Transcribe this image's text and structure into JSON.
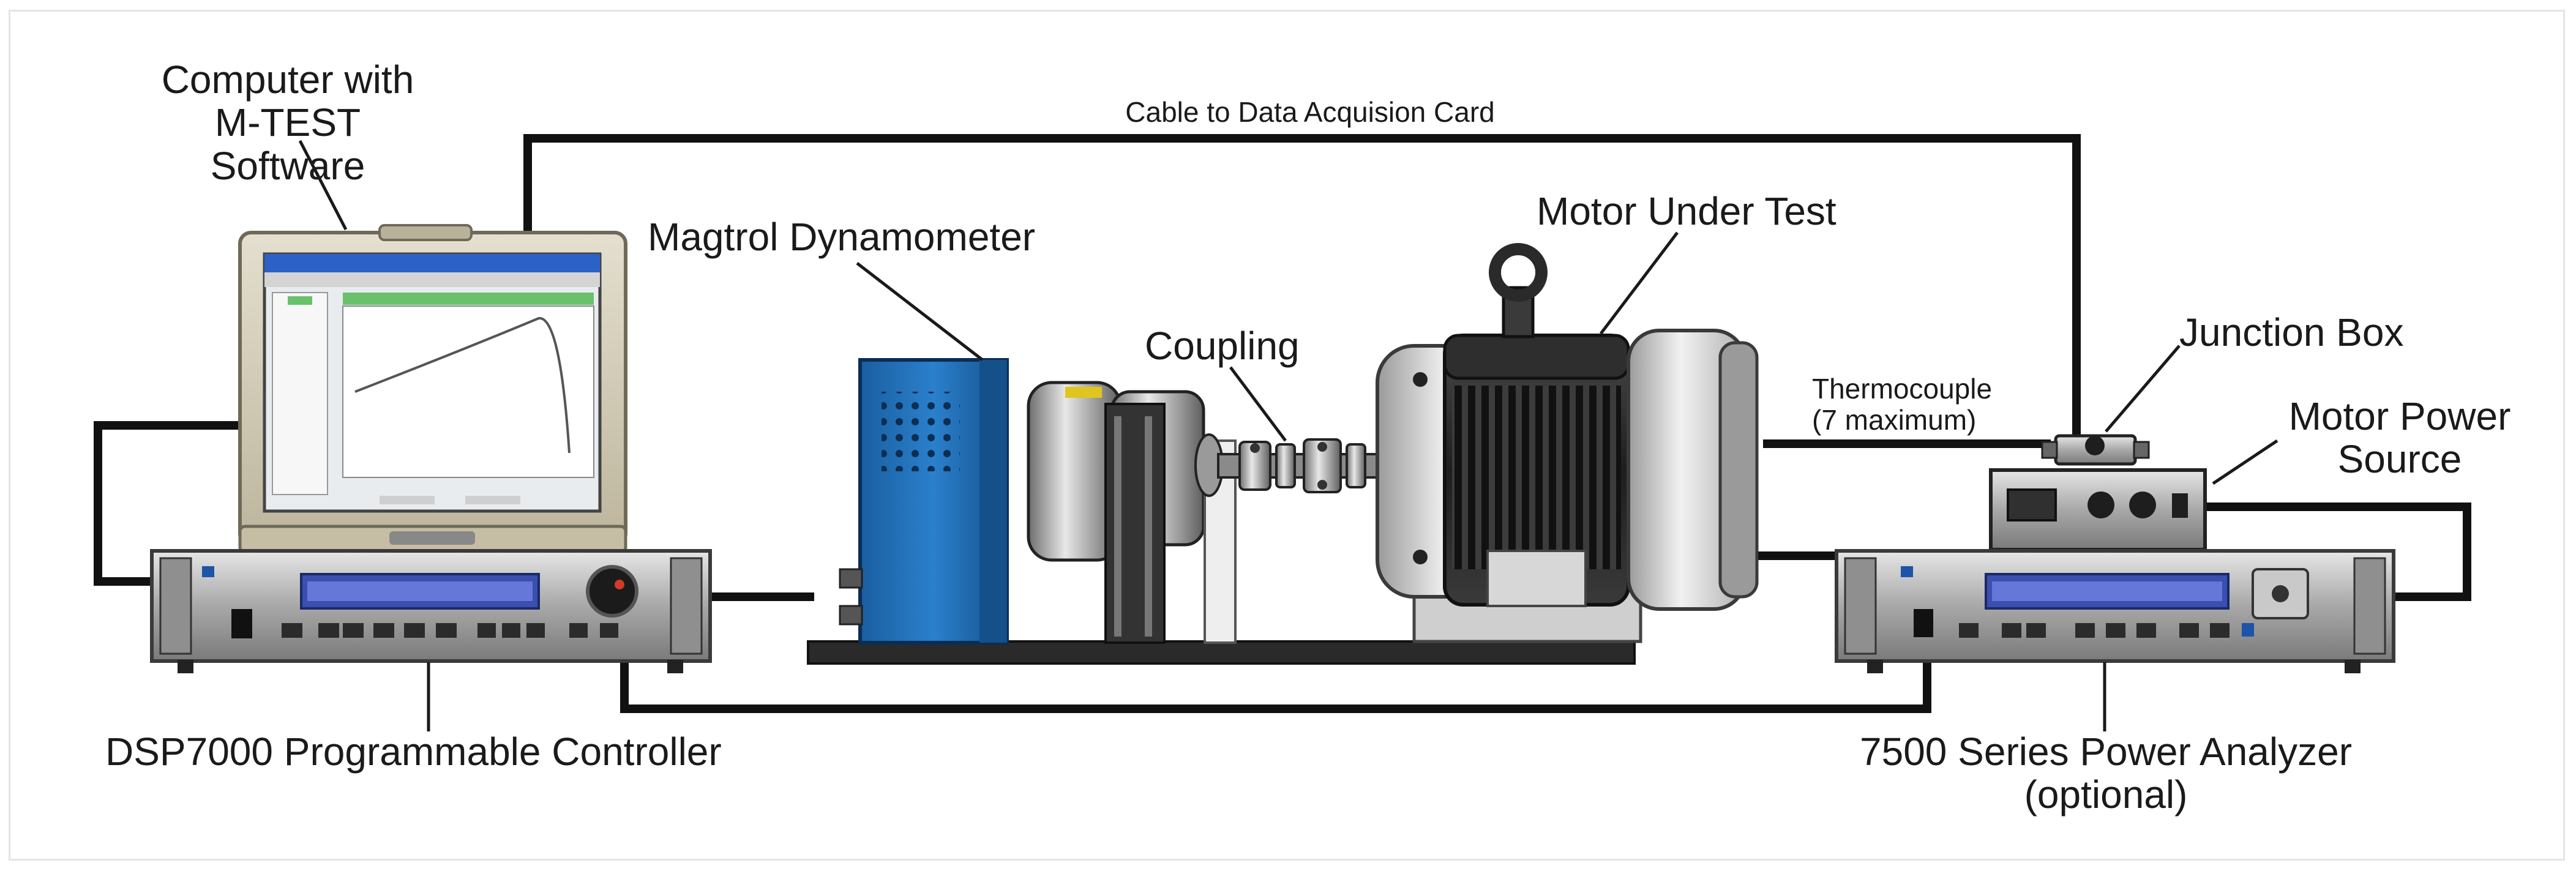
{
  "labels": {
    "computer": "Computer with\nM-TEST Software",
    "cable": "Cable to Data Acquision Card",
    "dynamometer": "Magtrol Dynamometer",
    "motor": "Motor Under Test",
    "coupling": "Coupling",
    "junction": "Junction Box",
    "thermocouple": "Thermocouple\n(7 maximum)",
    "power_source": "Motor Power\nSource",
    "controller": "DSP7000 Programmable Controller",
    "analyzer": "7500 Series Power Analyzer\n(optional)"
  },
  "colors": {
    "cable": "#111111",
    "dyno_blue": "#1e6fb8",
    "rack_gray": "#a9a9a9",
    "display_blue": "#3a4fb0",
    "motor_dark": "#262626",
    "motor_light": "#d4d4d4",
    "laptop_body": "#d8d2bf",
    "base_dark": "#2a2a2a"
  },
  "icons": {
    "computer": "laptop-icon",
    "controller": "rack-controller-icon",
    "analyzer": "rack-analyzer-icon",
    "power_source": "power-supply-icon",
    "junction": "junction-box-icon",
    "dynamometer": "dynamometer-icon",
    "coupling": "coupling-icon",
    "motor": "electric-motor-icon"
  }
}
